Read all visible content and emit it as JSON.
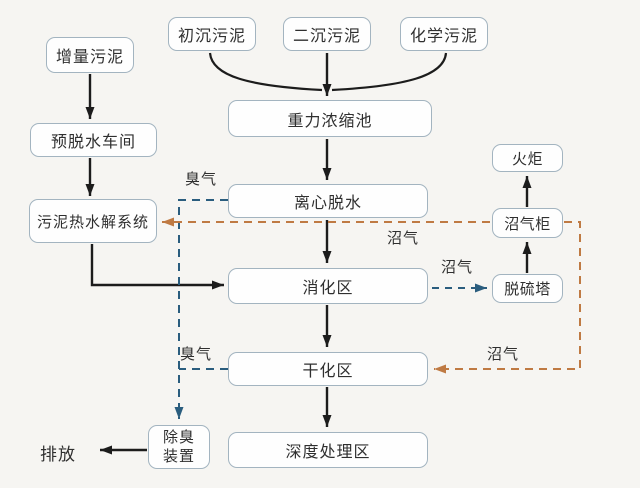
{
  "diagram": {
    "type": "sludge-treatment-process-flowchart",
    "boxes": {
      "incremental_sludge": {
        "label": "增量污泥"
      },
      "primary_sludge": {
        "label": "初沉污泥"
      },
      "secondary_sludge": {
        "label": "二沉污泥"
      },
      "chemical_sludge": {
        "label": "化学污泥"
      },
      "pre_dewatering": {
        "label": "预脱水车间"
      },
      "thermal_hydrolysis": {
        "label": "污泥热水解系统"
      },
      "gravity_thickening": {
        "label": "重力浓缩池"
      },
      "centrifugal_dewatering": {
        "label": "离心脱水"
      },
      "digestion": {
        "label": "消化区"
      },
      "drying": {
        "label": "干化区"
      },
      "advanced_treatment": {
        "label": "深度处理区"
      },
      "flare": {
        "label": "火炬"
      },
      "biogas_holder": {
        "label": "沼气柜"
      },
      "desulfurization_tower": {
        "label": "脱硫塔"
      },
      "deodorization": {
        "line1": "除臭",
        "line2": "装置"
      }
    },
    "edge_labels": {
      "odor_top": "臭气",
      "odor_bottom": "臭气",
      "biogas_to_hydrolysis": "沼气",
      "biogas_to_desulf": "沼气",
      "biogas_to_drying": "沼气",
      "discharge": "排放"
    },
    "colors": {
      "flow_line": "#1c1c1c",
      "odor_line": "#2a5d7e",
      "biogas_line": "#bf7a43",
      "box_border": "#a3b4c0",
      "box_fill": "#fefefe",
      "background": "#f6f5f2",
      "text": "#2f2f2f"
    }
  }
}
